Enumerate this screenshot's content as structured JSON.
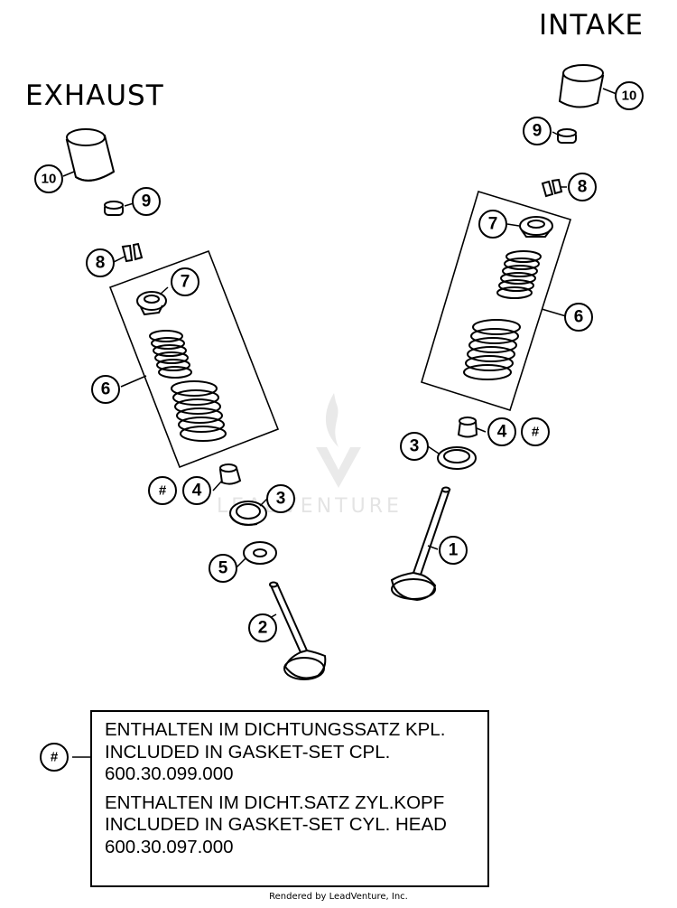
{
  "labels": {
    "intake": "INTAKE",
    "exhaust": "EXHAUST"
  },
  "callouts": [
    "1",
    "2",
    "3",
    "4",
    "5",
    "6",
    "7",
    "8",
    "9",
    "10"
  ],
  "hash_symbol": "#",
  "note": {
    "line1": "ENTHALTEN IM DICHTUNGSSATZ KPL.",
    "line2": "INCLUDED IN GASKET-SET CPL.",
    "line3": "600.30.099.000",
    "line4": "ENTHALTEN IM DICHT.SATZ ZYL.KOPF",
    "line5": "INCLUDED IN GASKET-SET CYL. HEAD",
    "line6": "600.30.097.000"
  },
  "watermark": "LEADVENTURE",
  "footer": "Rendered by LeadVenture, Inc."
}
